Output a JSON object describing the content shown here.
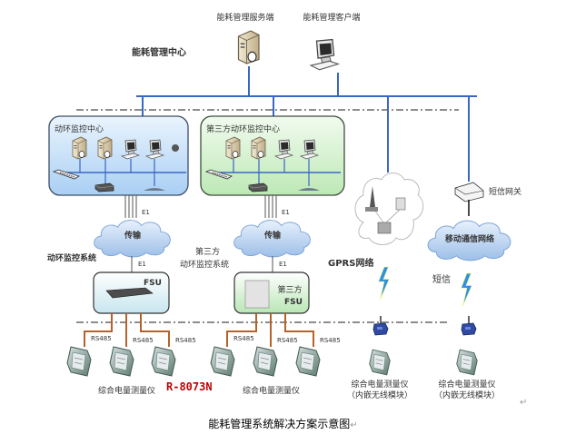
{
  "diagram": {
    "top": {
      "center_label": "能耗管理中心",
      "server_label": "能耗管理服务端",
      "client_label": "能耗管理客户端"
    },
    "centers": [
      {
        "title": "动环监控中心",
        "color": "#cfe6fa"
      },
      {
        "title": "第三方动环监控中心",
        "color": "#dbf3d6"
      }
    ],
    "links": {
      "e1": "E1",
      "transport": "传输",
      "rs485": "RS485"
    },
    "systems": {
      "left": "动环监控系统",
      "mid_line1": "第三方",
      "mid_line2": "动环监控系统"
    },
    "fsu": {
      "left": "FSU",
      "mid_line1": "第三方",
      "mid_line2": "FSU"
    },
    "networks": {
      "gprs": "GPRS网络",
      "mobile": "移动通信网络",
      "sms_gateway": "短信网关",
      "sms": "短信"
    },
    "meters": {
      "label": "综合电量测量仪",
      "model": "R-8073N",
      "wireless_line1": "综合电量测量仪",
      "wireless_line2": "（内嵌无线模块）"
    },
    "colors": {
      "bus": "#3a66c4",
      "dashdot": "#666666",
      "rs485_wire": "#b5622a",
      "model_text": "#c00000",
      "lightning": "#1e7fd8"
    }
  },
  "caption": "能耗管理系统解决方案示意图",
  "return_mark": "↵"
}
